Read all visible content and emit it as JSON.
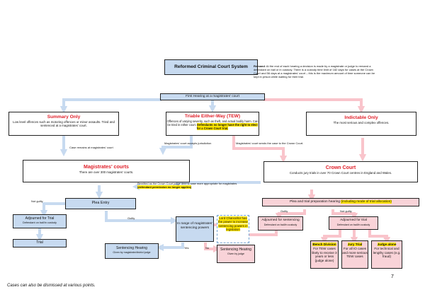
{
  "title": "Reformed Criminal Court System",
  "remand": {
    "label": "Remand",
    "text": ": At the end of each hearing a decision is made by a magistrate or judge to remand a defendant on bail or in custody. There is a custody time limit of 182 days for cases at the Crown Court and 56 days at a magistrates' court – this is the maximum amount of time someone can be kept in prison while waiting for their trial."
  },
  "first_hearing": "First Hearing at a magistrates' court",
  "summary": {
    "title": "Summary Only",
    "text": "Low level offences such as motoring offences or minor assaults. Tried and sentenced at a magistrates' court."
  },
  "tew": {
    "title": "Triable Either-Way (TEW)",
    "text": "Offences of varying severity, such as theft, and actual bodily harm. Can be tried in either court. ",
    "highlight": "Defendants no longer have the right to elect for a Crown Court trial."
  },
  "indictable": {
    "title": "Indictable Only",
    "text": "The most serious and complex offences."
  },
  "case_remains": "Case remains at magistrates' court",
  "mag_accepts": "Magistrates' court accepts jurisdiction",
  "mag_sends": "Magistrates' court sends the case to the Crown Court.",
  "mags_court": {
    "title": "Magistrates' courts",
    "text": "There are over 300 magistrates' courts."
  },
  "crown_court": {
    "title": "Crown Court",
    "text": "Conducts jury trials in over 70 Crown Court centres in England and Wales."
  },
  "remitted": {
    "text": "Remitted as the Crown Court judge deems case more appropriate for magistrates",
    "highlight": "(defendant permission no longer applies)"
  },
  "plea_entry": "Plea Entry",
  "plea_trial_prep": {
    "text": "Plea and trial preparation hearing ",
    "highlight": "(including mode of trial allocation)"
  },
  "not_guilty_left": "Not guilty",
  "guilty_left": "Guilty",
  "guilty_right": "Guilty",
  "not_guilty_right": "Not guilty",
  "adj_trial_left": {
    "title": "Adjourned for Trial",
    "sub": "Defendant on bail/in custody"
  },
  "trial": "Trial",
  "in_range": "In range of magistrates' sentencing powers",
  "lord_chancellor": "Lord Chancellor has the power to increase sentencing powers in legislation",
  "yes": "Yes",
  "no": "No",
  "sent_mag": {
    "title": "Sentencing Hearing",
    "sub": "Given by magistrate/district judge"
  },
  "sent_judge": {
    "title": "Sentencing Hearing",
    "sub": "Given by judge"
  },
  "adj_sent_right": {
    "title": "Adjourned for sentencing",
    "sub": "Defendant on bail/in custody"
  },
  "adj_trial_right": {
    "title": "Adjourned for trial",
    "sub": "Defendant on bail/in custody"
  },
  "bench": {
    "title": "Bench Division",
    "text": "For TEW cases likely to receive 3 years or less (judge alone)"
  },
  "jury": {
    "title": "Jury Trial",
    "text": "For all IO cases and more serious TEW cases"
  },
  "judge_alone": {
    "title": "Judge alone",
    "text": "For technical and lengthy cases (e.g. fraud)"
  },
  "page_number": "7",
  "footer": "Cases can also be dismissed at various points.",
  "colors": {
    "magistrates_path": "#c7daf0",
    "crown_path": "#f9c4cb",
    "highlight": "#ffe600",
    "heading_red": "#e0202a"
  }
}
